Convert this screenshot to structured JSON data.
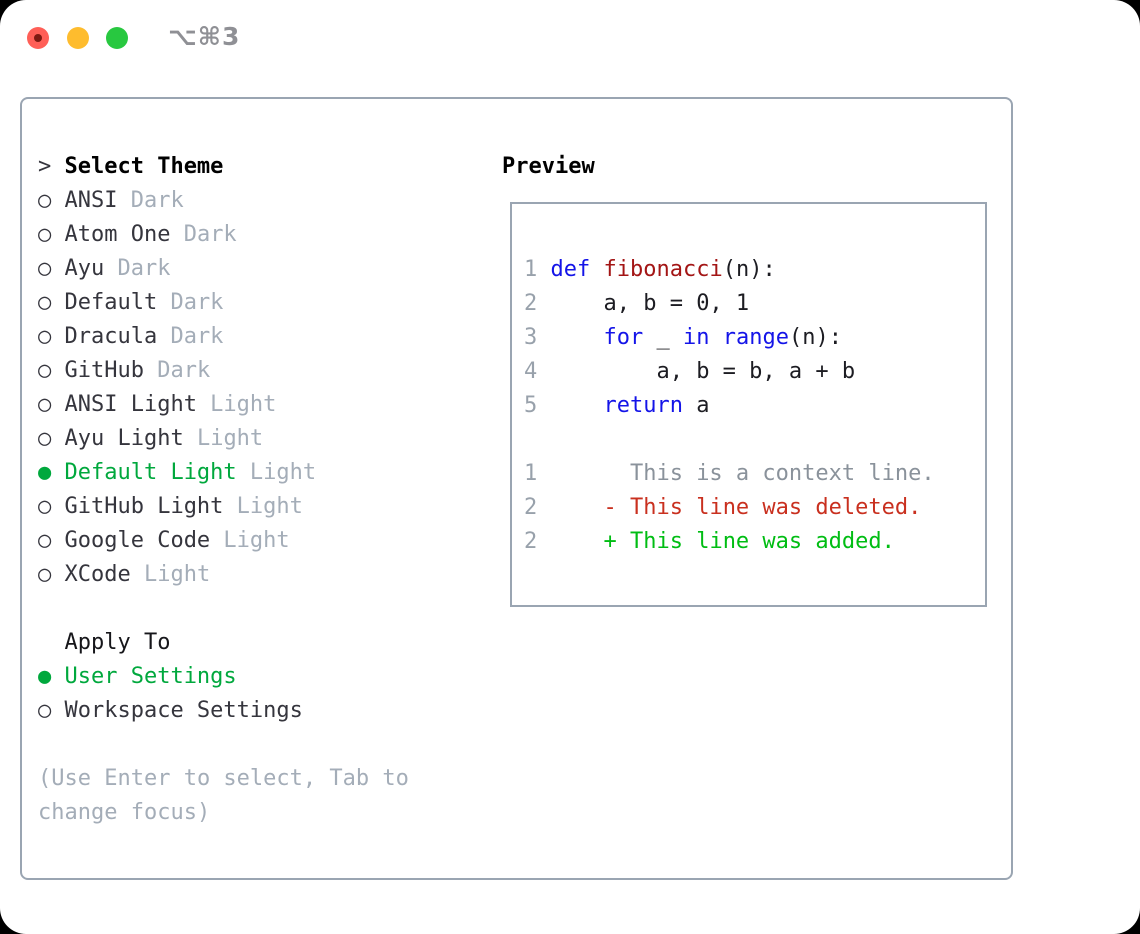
{
  "titlebar": {
    "title": "⌥⌘3",
    "buttons": [
      {
        "name": "close",
        "color": "#ff5f57"
      },
      {
        "name": "minimize",
        "color": "#febc2e"
      },
      {
        "name": "zoom",
        "color": "#28c840"
      }
    ]
  },
  "markers": {
    "caret": ">",
    "selected": "●",
    "unselected": "○"
  },
  "panel": {
    "select_theme": {
      "prefix": ">",
      "label": "Select Theme"
    },
    "themes": [
      {
        "name": "ANSI",
        "variant": "Dark",
        "selected": false
      },
      {
        "name": "Atom One",
        "variant": "Dark",
        "selected": false
      },
      {
        "name": "Ayu",
        "variant": "Dark",
        "selected": false
      },
      {
        "name": "Default",
        "variant": "Dark",
        "selected": false
      },
      {
        "name": "Dracula",
        "variant": "Dark",
        "selected": false
      },
      {
        "name": "GitHub",
        "variant": "Dark",
        "selected": false
      },
      {
        "name": "ANSI Light",
        "variant": "Light",
        "selected": false
      },
      {
        "name": "Ayu Light",
        "variant": "Light",
        "selected": false
      },
      {
        "name": "Default Light",
        "variant": "Light",
        "selected": true
      },
      {
        "name": "GitHub Light",
        "variant": "Light",
        "selected": false
      },
      {
        "name": "Google Code",
        "variant": "Light",
        "selected": false
      },
      {
        "name": "XCode",
        "variant": "Light",
        "selected": false
      }
    ],
    "apply_to": {
      "label": "Apply To",
      "options": [
        {
          "name": "User Settings",
          "selected": true
        },
        {
          "name": "Workspace Settings",
          "selected": false
        }
      ]
    },
    "hint_lines": [
      "(Use Enter to select, Tab to",
      "change focus)"
    ]
  },
  "preview": {
    "label": "Preview",
    "lines": [
      {
        "kind": "code",
        "num": "1",
        "tokens": [
          {
            "t": " ",
            "c": "p"
          },
          {
            "t": "def",
            "c": "kw"
          },
          {
            "t": " ",
            "c": "p"
          },
          {
            "t": "fibonacci",
            "c": "fn"
          },
          {
            "t": "(n):",
            "c": "p"
          }
        ]
      },
      {
        "kind": "code",
        "num": "2",
        "tokens": [
          {
            "t": "     a, b = 0, 1",
            "c": "p"
          }
        ]
      },
      {
        "kind": "code",
        "num": "3",
        "tokens": [
          {
            "t": "     ",
            "c": "p"
          },
          {
            "t": "for",
            "c": "kw"
          },
          {
            "t": " _ ",
            "c": "p"
          },
          {
            "t": "in",
            "c": "kw"
          },
          {
            "t": " ",
            "c": "p"
          },
          {
            "t": "range",
            "c": "kw"
          },
          {
            "t": "(n):",
            "c": "p"
          }
        ]
      },
      {
        "kind": "code",
        "num": "4",
        "tokens": [
          {
            "t": "         a, b = b, a + b",
            "c": "p"
          }
        ]
      },
      {
        "kind": "code",
        "num": "5",
        "tokens": [
          {
            "t": "     ",
            "c": "p"
          },
          {
            "t": "return",
            "c": "kw"
          },
          {
            "t": " a",
            "c": "p"
          }
        ]
      },
      {
        "kind": "blank",
        "num": "",
        "tokens": []
      },
      {
        "kind": "context",
        "num": "1",
        "tokens": [
          {
            "t": "       This is a context line.",
            "c": "ctx"
          }
        ]
      },
      {
        "kind": "deleted",
        "num": "2",
        "tokens": [
          {
            "t": "     ",
            "c": "p"
          },
          {
            "t": "- This line was deleted.",
            "c": "del"
          }
        ]
      },
      {
        "kind": "added",
        "num": "2",
        "tokens": [
          {
            "t": "     ",
            "c": "p"
          },
          {
            "t": "+ This line was added.",
            "c": "add"
          }
        ]
      }
    ]
  },
  "colors": {
    "green": "#00a83d",
    "add": "#00bd13",
    "del": "#c9301f",
    "kw": "#1414e8",
    "fn": "#a31515",
    "muted": "#a4adb8",
    "ln": "#98a1ab",
    "ctx": "#8a929b",
    "dark": "#35353d",
    "border": "#9aa5b2",
    "title": "#8f9095",
    "tred": "#ff5f57",
    "tyellow": "#febc2e",
    "tgreen": "#28c840"
  }
}
